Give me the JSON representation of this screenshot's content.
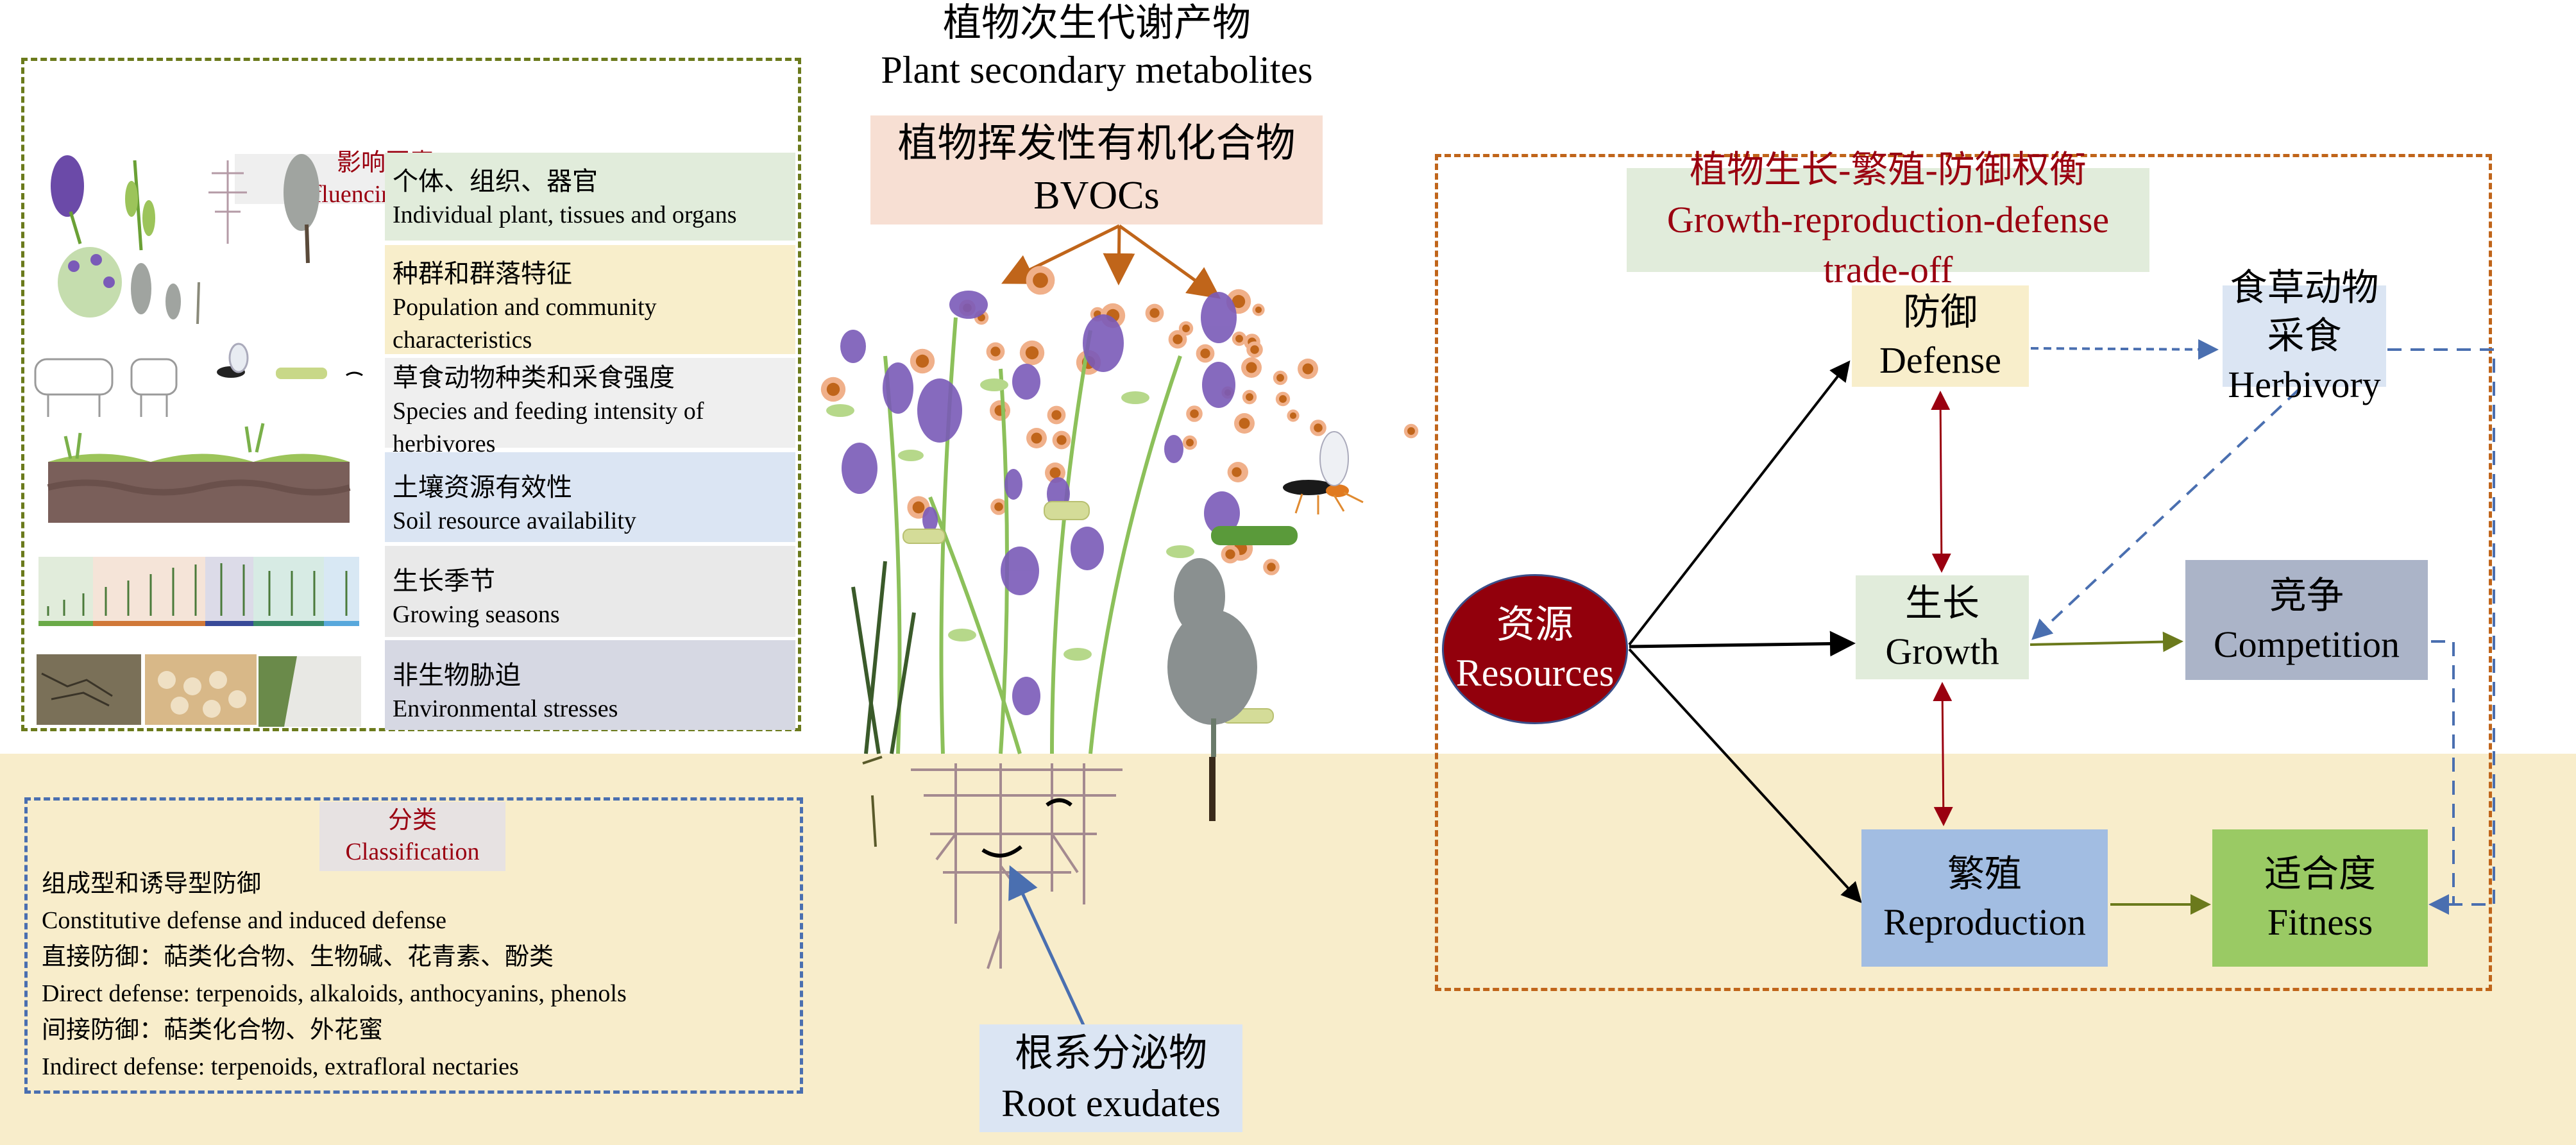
{
  "title": {
    "cn": "植物次生代谢产物",
    "en": "Plant secondary metabolites"
  },
  "influencing_factors": {
    "header": {
      "cn": "影响因素",
      "en": "Influencing factors"
    },
    "items": [
      {
        "cn": "个体、组织、器官",
        "en": "Individual plant, tissues and organs",
        "color": "#e1ecdb",
        "illustration": "plant-parts-icon"
      },
      {
        "cn": "种群和群落特征",
        "en": "Population and community characteristics",
        "color": "#f8eecb",
        "illustration": "plant-community-icon"
      },
      {
        "cn": "草食动物种类和采食强度",
        "en": "Species and feeding intensity of herbivores",
        "color": "#efefef",
        "illustration": "herbivores-icon"
      },
      {
        "cn": "土壤资源有效性",
        "en": "Soil resource availability",
        "color": "#dbe5f3",
        "illustration": "soil-profile-icon"
      },
      {
        "cn": "生长季节",
        "en": "Growing seasons",
        "color": "#e9e9e9",
        "illustration": "growth-stages-icon"
      },
      {
        "cn": "非生物胁迫",
        "en": "Environmental stresses",
        "color": "#d6d8e3",
        "illustration": "stress-photos-icon"
      }
    ]
  },
  "classification": {
    "header": {
      "cn": "分类",
      "en": "Classification"
    },
    "lines": [
      "组成型和诱导型防御",
      "Constitutive defense and induced defense",
      "直接防御：萜类化合物、生物碱、花青素、酚类",
      "Direct defense: terpenoids, alkaloids, anthocyanins, phenols",
      "间接防御：萜类化合物、外花蜜",
      "Indirect defense: terpenoids, extrafloral nectaries"
    ]
  },
  "bvocs": {
    "cn": "植物挥发性有机化合物",
    "en": "BVOCs"
  },
  "root_exudates": {
    "cn": "根系分泌物",
    "en": "Root exudates"
  },
  "tradeoff": {
    "title": {
      "cn": "植物生长-繁殖-防御权衡",
      "en": "Growth-reproduction-defense trade-off"
    },
    "nodes": {
      "resources": {
        "cn": "资源",
        "en": "Resources"
      },
      "defense": {
        "cn": "防御",
        "en": "Defense"
      },
      "herbivory": {
        "cn": "食草动物采食",
        "en": "Herbivory"
      },
      "growth": {
        "cn": "生长",
        "en": "Growth"
      },
      "competition": {
        "cn": "竞争",
        "en": "Competition"
      },
      "reproduction": {
        "cn": "繁殖",
        "en": "Reproduction"
      },
      "fitness": {
        "cn": "适合度",
        "en": "Fitness"
      }
    },
    "edges": [
      {
        "from": "resources",
        "to": "defense",
        "style": "solid",
        "color": "#000000"
      },
      {
        "from": "resources",
        "to": "growth",
        "style": "solid",
        "color": "#000000"
      },
      {
        "from": "resources",
        "to": "reproduction",
        "style": "solid",
        "color": "#000000"
      },
      {
        "from": "defense",
        "to": "growth",
        "style": "bidirectional",
        "color": "#9a0010"
      },
      {
        "from": "growth",
        "to": "reproduction",
        "style": "bidirectional",
        "color": "#9a0010"
      },
      {
        "from": "defense",
        "to": "herbivory",
        "style": "dashed",
        "color": "#4a6fb0"
      },
      {
        "from": "herbivory",
        "to": "growth",
        "style": "dashed",
        "color": "#4a6fb0"
      },
      {
        "from": "herbivory",
        "to": "fitness",
        "style": "dashed",
        "color": "#4a6fb0"
      },
      {
        "from": "competition",
        "to": "fitness",
        "style": "dashed",
        "color": "#4a6fb0"
      },
      {
        "from": "growth",
        "to": "competition",
        "style": "solid",
        "color": "#6b7a1c"
      },
      {
        "from": "reproduction",
        "to": "fitness",
        "style": "solid",
        "color": "#6b7a1c"
      }
    ]
  },
  "colors": {
    "accent_red": "#9a0010",
    "voc_orange": "#c0651a",
    "soil_band": "#f8edcb",
    "frame_green": "#6b7a1c",
    "frame_blue": "#4a6fb0"
  }
}
